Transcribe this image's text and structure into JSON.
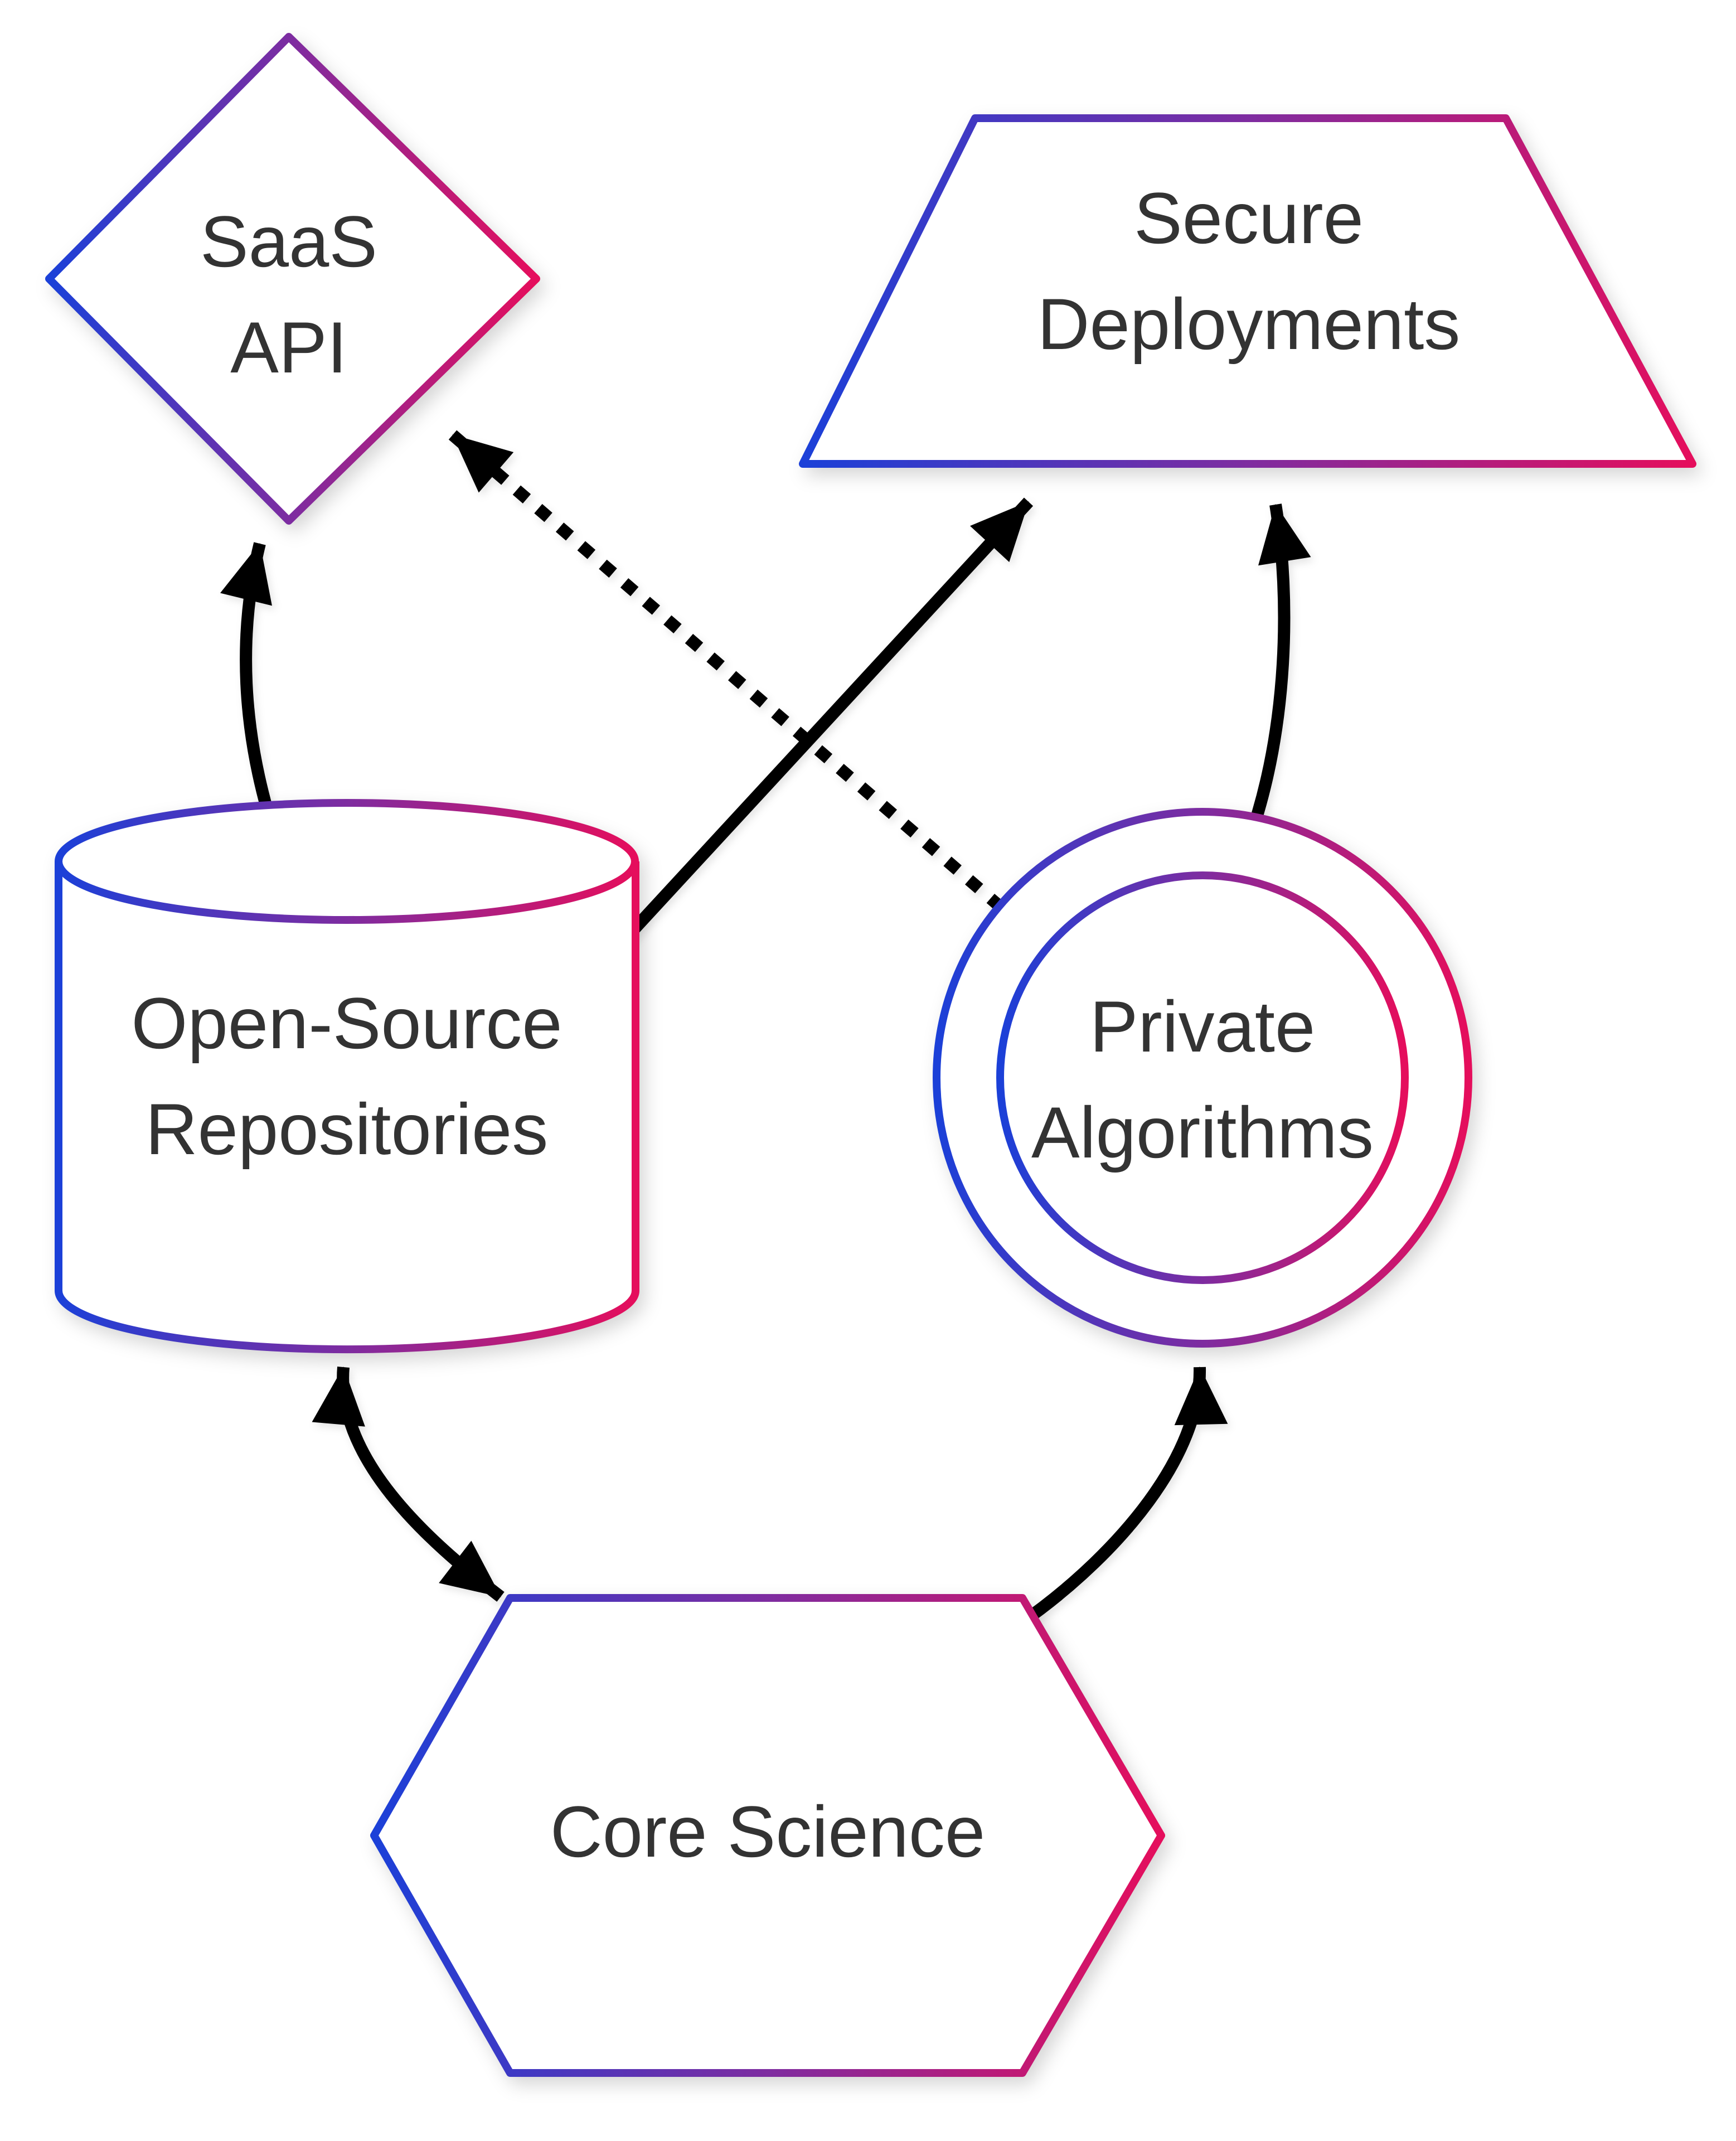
{
  "page": {
    "background": "#ffffff"
  },
  "diagram": {
    "type": "flowchart",
    "text_color": "#333333",
    "arrow_color": "#000000",
    "node_fill": "#ffffff",
    "gradient": {
      "start": "#1b40d8",
      "mid": "#7e2ca0",
      "end": "#e50e5c"
    },
    "nodes": [
      {
        "id": "saas-api",
        "shape": "diamond",
        "lines": [
          "SaaS",
          "API"
        ]
      },
      {
        "id": "secure-deployments",
        "shape": "trapezoid",
        "lines": [
          "Secure",
          "Deployments"
        ]
      },
      {
        "id": "open-source-repositories",
        "shape": "cylinder",
        "lines": [
          "Open-Source",
          "Repositories"
        ]
      },
      {
        "id": "private-algorithms",
        "shape": "double-circle",
        "lines": [
          "Private",
          "Algorithms"
        ]
      },
      {
        "id": "core-science",
        "shape": "hexagon",
        "lines": [
          "Core Science"
        ]
      }
    ],
    "edges": [
      {
        "from": "open-source-repositories",
        "to": "saas-api",
        "style": "solid",
        "heads": "end"
      },
      {
        "from": "private-algorithms",
        "to": "saas-api",
        "style": "dotted",
        "heads": "end"
      },
      {
        "from": "open-source-repositories",
        "to": "secure-deployments",
        "style": "solid",
        "heads": "end"
      },
      {
        "from": "private-algorithms",
        "to": "secure-deployments",
        "style": "solid",
        "heads": "end"
      },
      {
        "from": "open-source-repositories",
        "to": "core-science",
        "style": "solid",
        "heads": "both"
      },
      {
        "from": "core-science",
        "to": "private-algorithms",
        "style": "solid",
        "heads": "end"
      }
    ]
  }
}
